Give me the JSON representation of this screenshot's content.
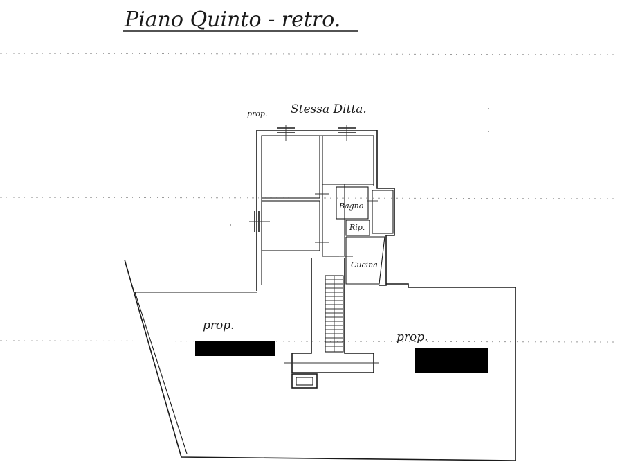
{
  "title": "Piano Quinto - retro.",
  "labels": {
    "north_owner_prefix": "prop.",
    "north_owner": "Stessa Ditta.",
    "bathroom": "Bagno",
    "storage": "Rip.",
    "kitchen": "Cucina",
    "west_owner": "prop.",
    "east_owner": "prop."
  },
  "redactions": [
    "west-owner-name",
    "east-owner-name"
  ],
  "colors": {
    "ink": "#1a1a1a",
    "redaction": "#000000",
    "background": "#ffffff"
  }
}
